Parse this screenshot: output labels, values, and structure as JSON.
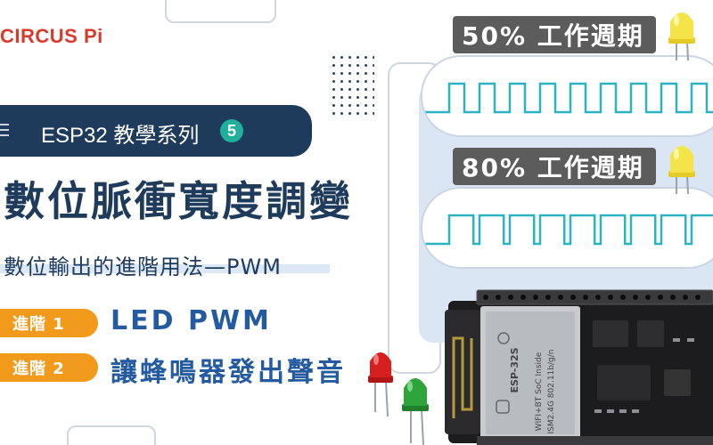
{
  "brand": {
    "name": "CIRCUS Pi"
  },
  "series": {
    "label": "ESP32 教學系列",
    "number": "5"
  },
  "title": {
    "main": "數位脈衝寬度調變",
    "subtitle": "數位輸出的進階用法—PWM"
  },
  "levels": [
    {
      "tag": "進階 1",
      "text": "LED PWM"
    },
    {
      "tag": "進階 2",
      "text": "讓蜂鳴器發出聲音"
    }
  ],
  "pwm_cards": [
    {
      "label": "50% 工作週期",
      "duty": 0.5
    },
    {
      "label": "80% 工作週期",
      "duty": 0.8
    }
  ],
  "module": {
    "lines": [
      "ESP-32S",
      "WIFI+BT SoC Inside",
      "ISM2.4G 802.11b/g/n"
    ]
  },
  "colors": {
    "navy": "#1f3b5b",
    "teal_wave": "#2cb3c2",
    "orange": "#f29a1c",
    "blue_text": "#245a9f",
    "led_red": "#d71f1f",
    "led_green": "#2ea43a",
    "led_yellow": "#f4e44a"
  }
}
